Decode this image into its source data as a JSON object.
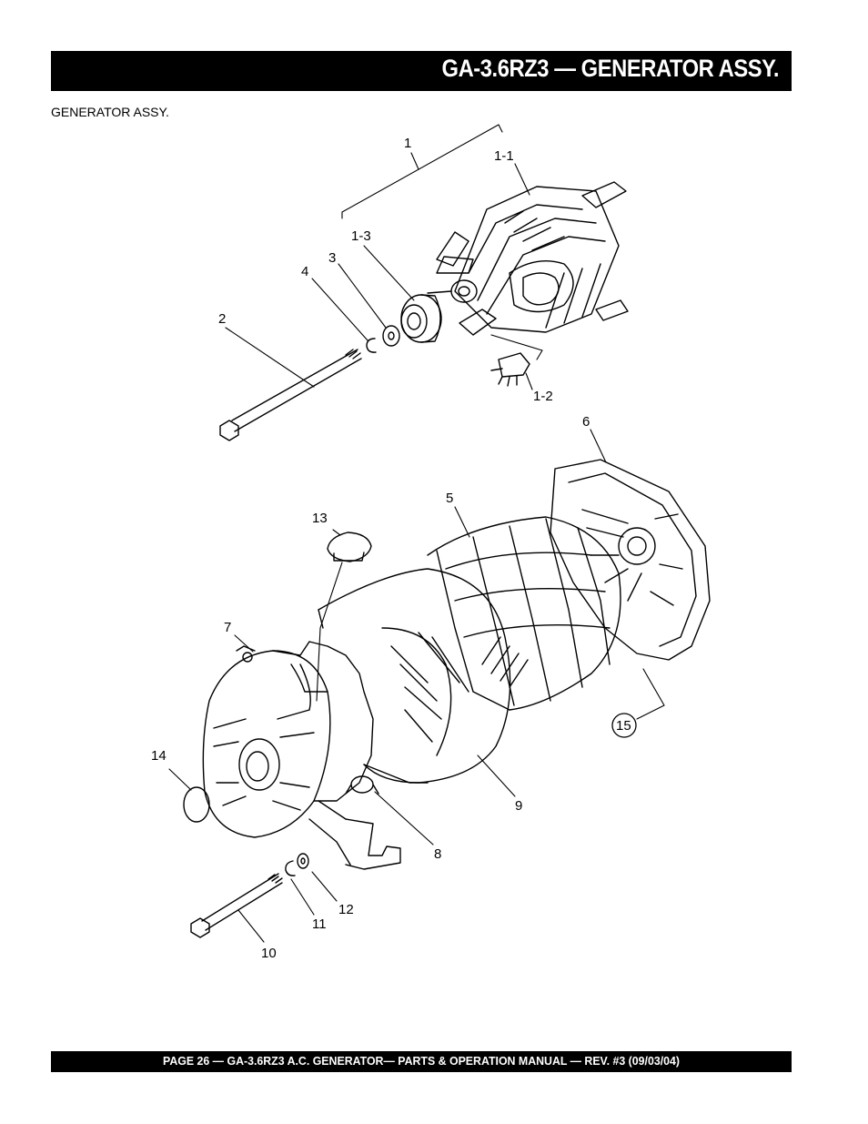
{
  "header": {
    "title": "GA-3.6RZ3 — GENERATOR ASSY."
  },
  "section_label": "GENERATOR ASSY.",
  "callouts": {
    "c1": "1",
    "c1_1": "1-1",
    "c1_2": "1-2",
    "c1_3": "1-3",
    "c2": "2",
    "c3": "3",
    "c4": "4",
    "c5": "5",
    "c6": "6",
    "c7": "7",
    "c8": "8",
    "c9": "9",
    "c10": "10",
    "c11": "11",
    "c12": "12",
    "c13": "13",
    "c14": "14",
    "c15": "15"
  },
  "footer": {
    "text": "PAGE 26 — GA-3.6RZ3 A.C. GENERATOR— PARTS & OPERATION MANUAL — REV. #3 (09/03/04)"
  }
}
